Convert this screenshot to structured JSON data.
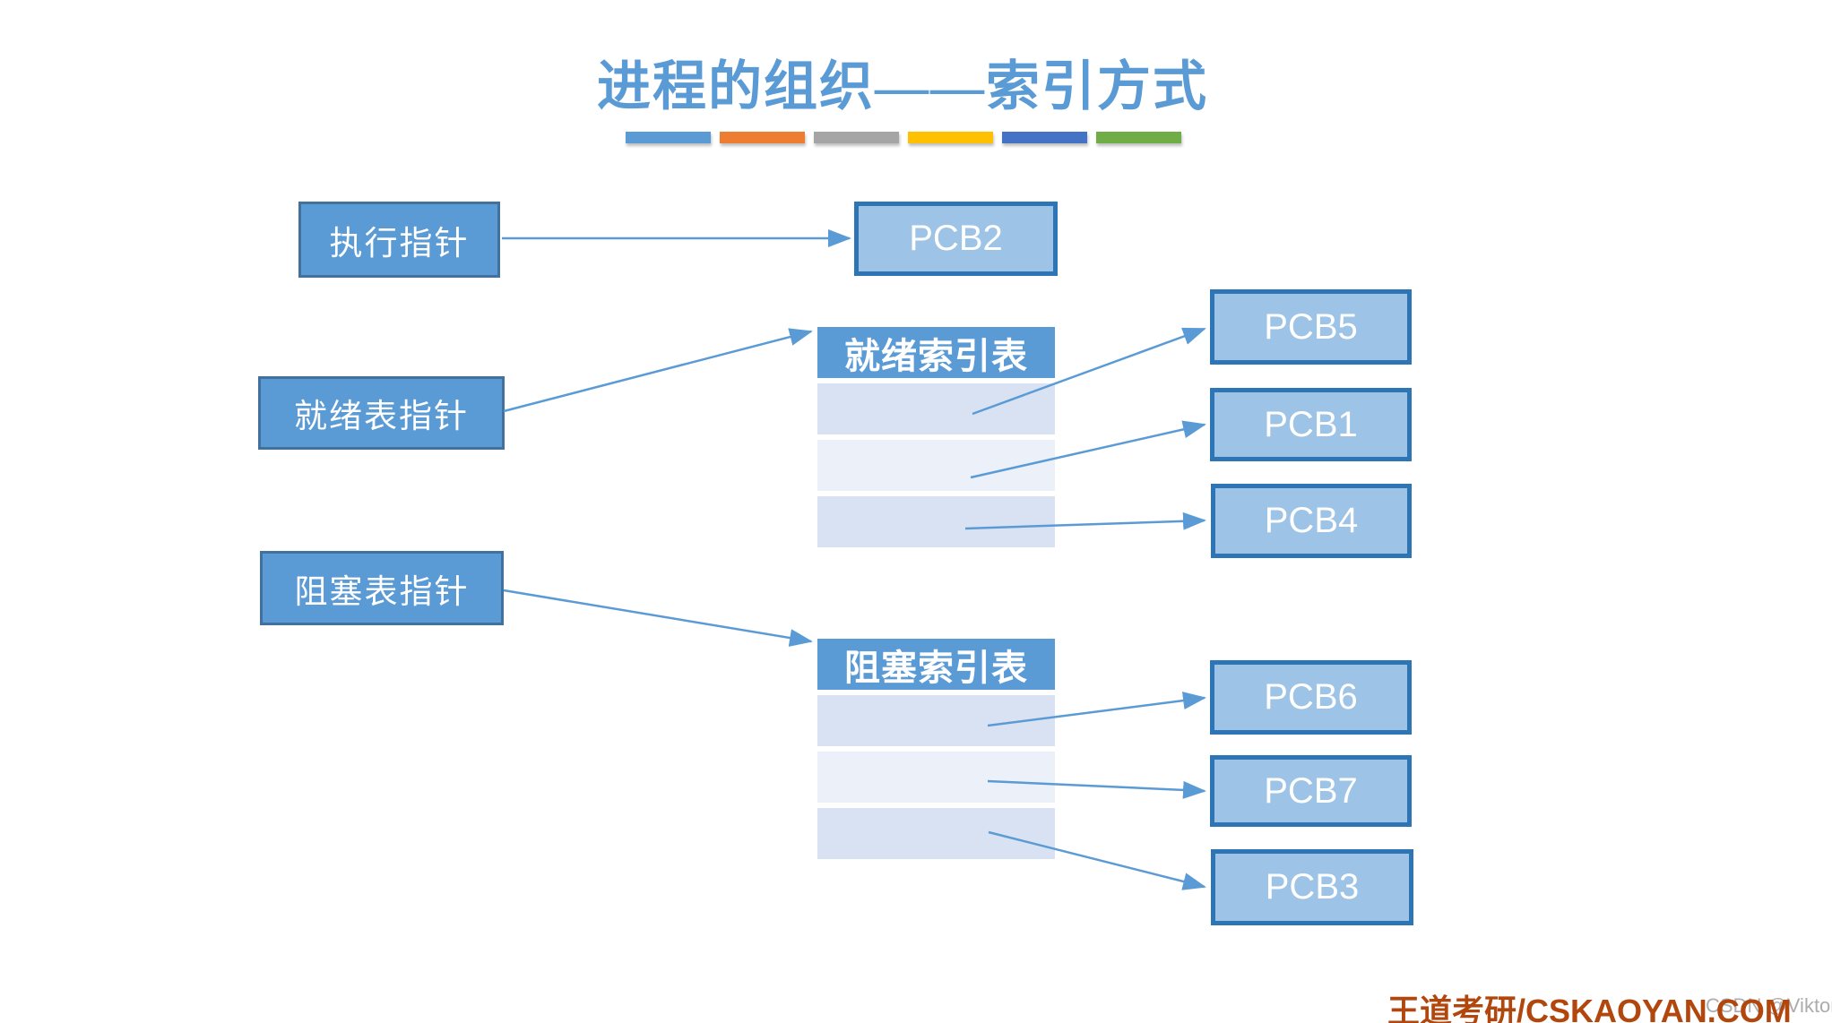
{
  "title": "进程的组织——索引方式",
  "decoration_bars": [
    "#5B9BD5",
    "#ED7D31",
    "#A5A5A5",
    "#FFC000",
    "#4472C4",
    "#70AD47"
  ],
  "pointers": {
    "exec": "执行指针",
    "ready": "就绪表指针",
    "blocked": "阻塞表指针"
  },
  "running_pcb": "PCB2",
  "ready_table": {
    "header": "就绪索引表",
    "row_count": 3
  },
  "ready_pcbs": [
    "PCB5",
    "PCB1",
    "PCB4"
  ],
  "blocked_table": {
    "header": "阻塞索引表",
    "row_count": 3
  },
  "blocked_pcbs": [
    "PCB6",
    "PCB7",
    "PCB3"
  ],
  "watermark": {
    "brand": "王道考研/CSKAOYAN.COM",
    "csdn": "CSDN @Viktoriae"
  },
  "colors": {
    "title_blue": "#5B9BD5",
    "pointer_fill": "#5B9BD5",
    "pointer_border": "#41719C",
    "pcb_fill": "#9DC3E6",
    "pcb_border": "#2E75B6",
    "table_header_fill": "#5B9BD5",
    "row_dark": "#D9E2F2",
    "row_light": "#ECF1F9",
    "arrow": "#5B9BD5",
    "brand_red": "#B2470E"
  }
}
